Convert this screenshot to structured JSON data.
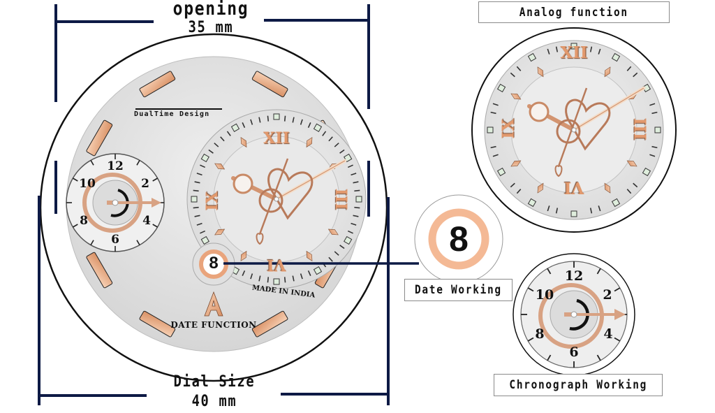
{
  "dimensions": {
    "opening_label": "opening",
    "opening_value": "35 mm",
    "dial_label": "Dial Size",
    "dial_value": "40 mm"
  },
  "main_dial": {
    "brand_text": "DualTime Design",
    "made_in": "MADE IN INDIA",
    "function_text": "DATE FUNCTION",
    "logo_glyph": "A",
    "date_value": "8",
    "roman_numerals": [
      "XII",
      "III",
      "VI",
      "IX"
    ],
    "chrono_numbers": [
      "12",
      "2",
      "4",
      "6",
      "8",
      "10"
    ]
  },
  "callouts": {
    "analog": {
      "label": "Analog function",
      "numerals": [
        "XII",
        "III",
        "VI",
        "IX"
      ]
    },
    "date": {
      "label": "Date Working",
      "value": "8"
    },
    "chrono": {
      "label": "Chronograph Working",
      "numbers": [
        "12",
        "2",
        "4",
        "6",
        "8",
        "10"
      ]
    }
  },
  "colors": {
    "navy": "#0d1a45",
    "rose_gold": "#e9a47c",
    "rose_light": "#f6c7a6",
    "dial_silver": "#e3e3e3",
    "ink": "#111111"
  }
}
